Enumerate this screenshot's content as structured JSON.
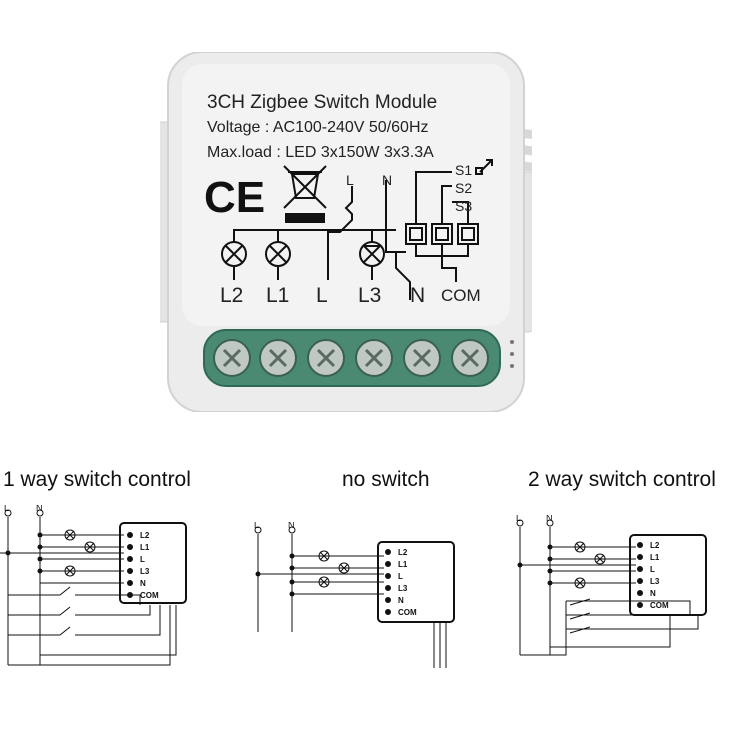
{
  "module": {
    "title": "3CH Zigbee Switch Module",
    "voltage": "Voltage : AC100-240V 50/60Hz",
    "maxload": "Max.load : LED 3x150W   3x3.3A",
    "ce_mark": "CE",
    "terminal_labels": [
      "L2",
      "L1",
      "L",
      "L3",
      "N",
      "COM"
    ],
    "top_labels": {
      "L": "L",
      "N": "N"
    },
    "switch_labels": [
      "S1",
      "S2",
      "S3"
    ],
    "body_color": "#ececec",
    "terminal_color": "#4a8a72"
  },
  "captions": {
    "one_way": "1 way switch control",
    "no_switch": "no switch",
    "two_way": "2 way switch control"
  },
  "wiring": {
    "L": "L",
    "N": "N",
    "mini_terminals": [
      "L2",
      "L1",
      "L",
      "L3",
      "N",
      "COM"
    ]
  }
}
